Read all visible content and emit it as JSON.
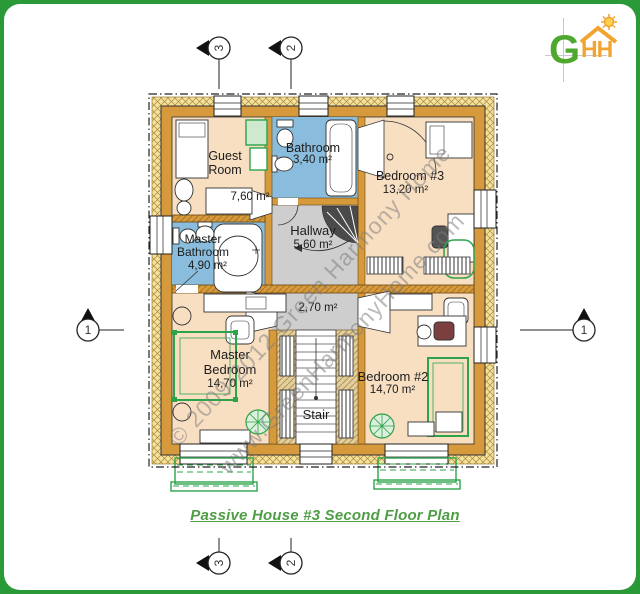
{
  "title": "Passive House #3 Second Floor Plan",
  "logo": {
    "g": "G",
    "hh": "HH",
    "green": "#4ea82e",
    "orange": "#f2a431"
  },
  "watermark": {
    "line1": "© 2009-2012 Green Harmony Home",
    "line2": "www.GreenHarmonyHome.com"
  },
  "markers": {
    "top": [
      "3",
      "2"
    ],
    "bottom": [
      "3",
      "2"
    ],
    "left": "1",
    "right": "1"
  },
  "rooms": {
    "guest": {
      "name": "Guest Room",
      "area": "7,60 m²"
    },
    "bathroom": {
      "name": "Bathroom",
      "area": "3,40 m²"
    },
    "bedroom3": {
      "name": "Bedroom #3",
      "area": "13,20 m²"
    },
    "master_bathroom": {
      "name": "Master Bathroom",
      "area": "4,90 m²"
    },
    "hallway": {
      "name": "Hallway",
      "area": "5,60 m²"
    },
    "landing": {
      "area": "2,70 m²"
    },
    "master_bedroom": {
      "name": "Master Bedroom",
      "area": "14,70 m²"
    },
    "bedroom2": {
      "name": "Bedroom #2",
      "area": "14,70 m²"
    },
    "stair": {
      "name": "Stair"
    }
  },
  "colors": {
    "frame_green": "#2a9a38",
    "wall_orange": "#d6993b",
    "floor_peach": "#f8dfc2",
    "bathroom_blue": "#8abddd",
    "hallway_gray": "#cecece",
    "insulation_yellow": "#f0e2a2",
    "furniture_green": "#2ca44a",
    "title_green": "#4f9d45"
  }
}
